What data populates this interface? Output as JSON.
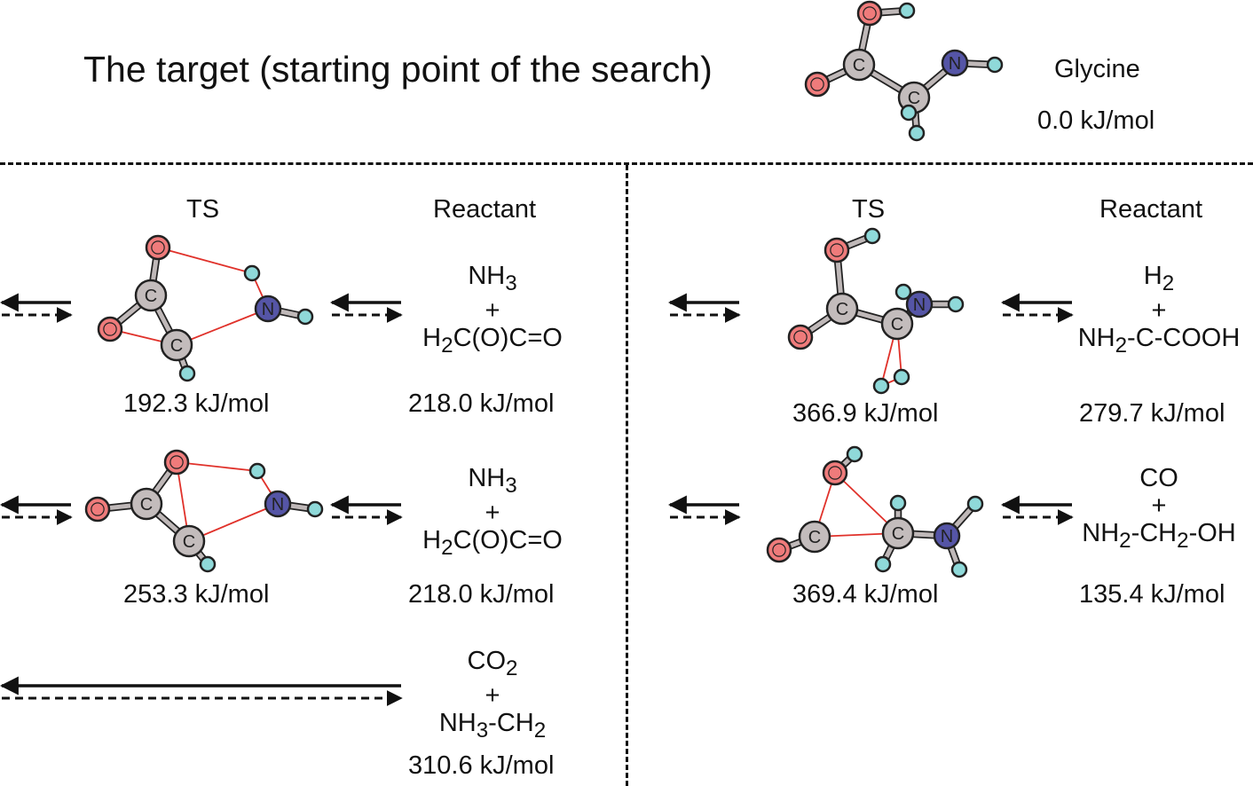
{
  "header": {
    "title": "The target (starting point of the search)",
    "target_name": "Glycine",
    "target_energy": "0.0 kJ/mol"
  },
  "left": {
    "ts_header": "TS",
    "reactant_header": "Reactant",
    "rows": [
      {
        "ts_energy": "192.3 kJ/mol",
        "reactant_line1": "NH",
        "reactant_sub1": "3",
        "reactant_plus": "+",
        "reactant_line2a": "H",
        "reactant_sub2": "2",
        "reactant_line2b": "C(O)C=O",
        "reactant_energy": "218.0 kJ/mol"
      },
      {
        "ts_energy": "253.3 kJ/mol",
        "reactant_line1": "NH",
        "reactant_sub1": "3",
        "reactant_plus": "+",
        "reactant_line2a": "H",
        "reactant_sub2": "2",
        "reactant_line2b": "C(O)C=O",
        "reactant_energy": "218.0 kJ/mol"
      },
      {
        "reactant_line1": "CO",
        "reactant_sub1": "2",
        "reactant_plus": "+",
        "reactant_line2a": "NH",
        "reactant_sub2": "3",
        "reactant_line2b": "-CH",
        "reactant_sub3": "2",
        "reactant_energy": "310.6 kJ/mol"
      }
    ]
  },
  "right": {
    "ts_header": "TS",
    "reactant_header": "Reactant",
    "rows": [
      {
        "ts_energy": "366.9 kJ/mol",
        "reactant_line1": "H",
        "reactant_sub1": "2",
        "reactant_plus": "+",
        "reactant_line2a": "NH",
        "reactant_sub2": "2",
        "reactant_line2b": "-C-COOH",
        "reactant_energy": "279.7 kJ/mol"
      },
      {
        "ts_energy": "369.4 kJ/mol",
        "reactant_line1": "CO",
        "reactant_plus": "+",
        "reactant_line2a": "NH",
        "reactant_sub2": "2",
        "reactant_line2b": "-CH",
        "reactant_sub3": "2",
        "reactant_line2c": "-OH",
        "reactant_energy": "135.4 kJ/mol"
      }
    ]
  },
  "atom_labels": {
    "carbon": "C",
    "nitrogen": "N"
  },
  "colors": {
    "oxygen": "#ef7b7b",
    "carbon": "#c3bcbc",
    "nitrogen": "#5555a6",
    "hydrogen": "#8fd9d9",
    "bond": "#bfb8b8",
    "ts_bond": "#e0312a"
  }
}
